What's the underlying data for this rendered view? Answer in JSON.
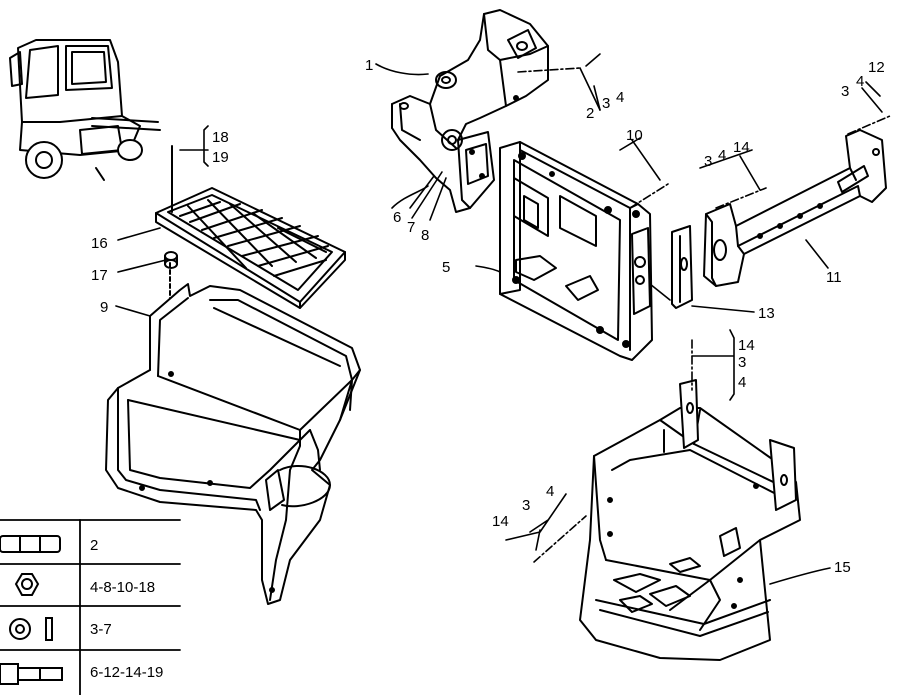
{
  "callouts": {
    "c1": "1",
    "c2": "2",
    "c3": "3",
    "c4": "4",
    "c6": "6",
    "c7": "7",
    "c8": "8",
    "c5": "5",
    "c10": "10",
    "c3b": "3",
    "c4b": "4",
    "c14": "14",
    "c3c": "3",
    "c4c": "4",
    "c12": "12",
    "c11": "11",
    "c13": "13",
    "c18": "18",
    "c19": "19",
    "c16": "16",
    "c17": "17",
    "c9": "9",
    "c14b": "14",
    "c3d": "3",
    "c4d": "4",
    "c14c": "14",
    "c3e": "3",
    "c4e": "4",
    "c15": "15"
  },
  "legend": {
    "rows": [
      {
        "icon": "washer-strip-icon",
        "text": "2"
      },
      {
        "icon": "hex-nut-icon",
        "text": "4-8-10-18"
      },
      {
        "icon": "flat-washer-icon",
        "text": "3-7"
      },
      {
        "icon": "bolt-icon",
        "text": "6-12-14-19"
      }
    ]
  }
}
